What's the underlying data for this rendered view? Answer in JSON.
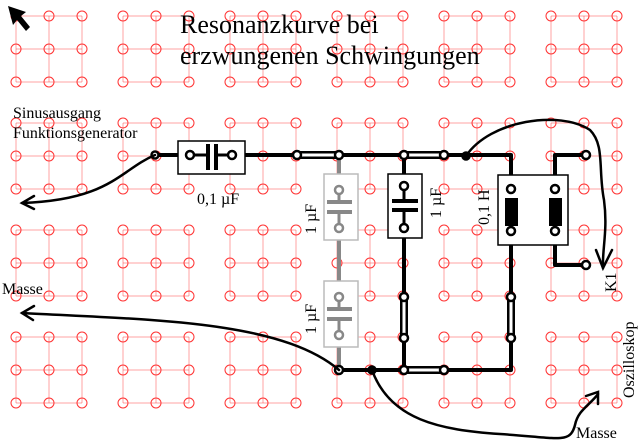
{
  "title": {
    "line1": "Resonanzkurve bei",
    "line2": "erzwungenen Schwingungen"
  },
  "labels": {
    "source_line1": "Sinusausgang",
    "source_line2": "Funktionsgenerator",
    "ground_left": "Masse",
    "ground_right": "Masse",
    "oscilloscope": "Oszilloskop",
    "channel": "K1"
  },
  "components": {
    "series_capacitor": "0,1 µF",
    "gray_capacitor_top": "1 µF",
    "gray_capacitor_bottom": "1 µF",
    "black_capacitor": "1 µF",
    "inductor": "0,1 H"
  },
  "colors": {
    "grid": "#ff3333",
    "wire": "#000000",
    "inactive": "#888888"
  }
}
